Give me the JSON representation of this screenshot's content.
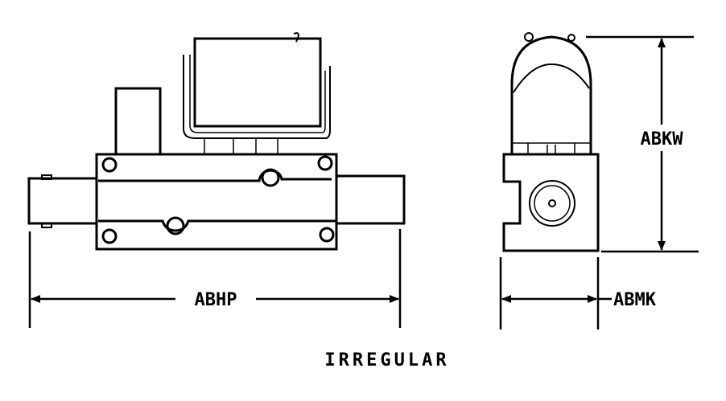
{
  "dimensions": {
    "overall_length": "ABHP",
    "overall_height": "ABKW",
    "overall_width": "ABMK"
  },
  "caption": "IRREGULAR",
  "colors": {
    "line": "#000000",
    "background": "#ffffff"
  }
}
